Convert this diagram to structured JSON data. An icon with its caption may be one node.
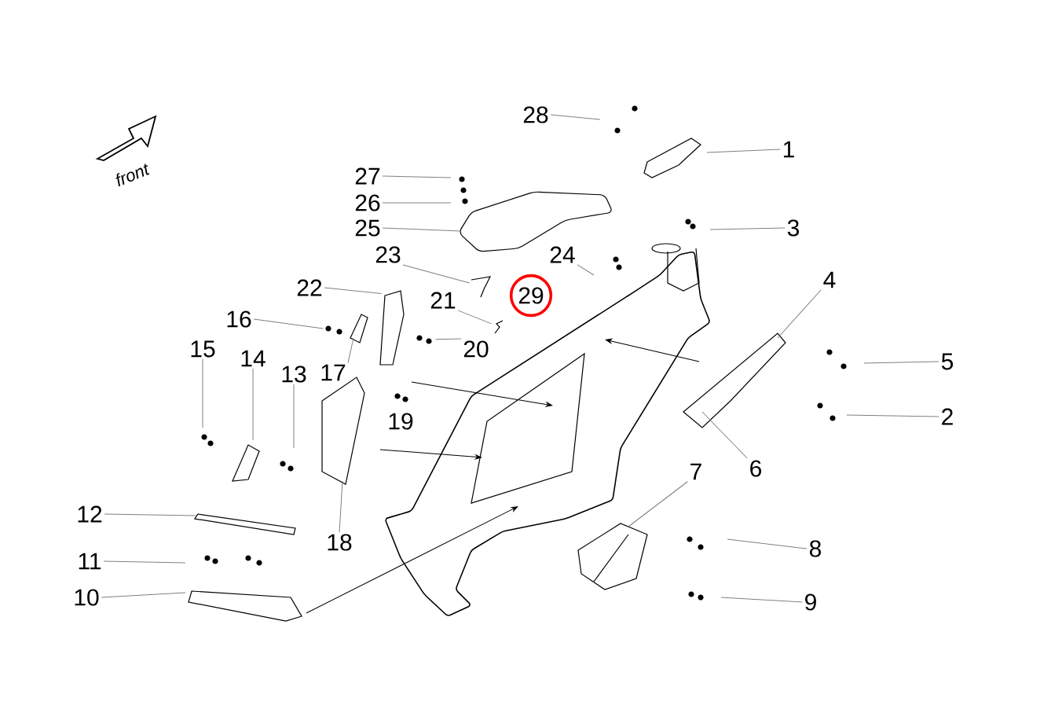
{
  "diagram": {
    "nodes": [
      {
        "text": [
          "1"
        ]
      },
      {
        "text": [
          "2"
        ]
      },
      {
        "text": [
          "3"
        ]
      },
      {
        "text": [
          "4"
        ]
      },
      {
        "text": [
          "5"
        ]
      },
      {
        "text": [
          "6"
        ]
      },
      {
        "text": [
          "7"
        ]
      },
      {
        "text": [
          "8"
        ]
      },
      {
        "text": [
          "9"
        ]
      },
      {
        "text": [
          "10"
        ]
      },
      {
        "text": [
          "11"
        ]
      },
      {
        "text": [
          "12"
        ]
      },
      {
        "text": [
          "13"
        ]
      },
      {
        "text": [
          "14"
        ]
      },
      {
        "text": [
          "15"
        ]
      },
      {
        "text": [
          "16"
        ]
      },
      {
        "text": [
          "17"
        ]
      },
      {
        "text": [
          "18"
        ]
      },
      {
        "text": [
          "19"
        ]
      },
      {
        "text": [
          "20"
        ]
      },
      {
        "text": [
          "21"
        ]
      },
      {
        "text": [
          "22"
        ]
      },
      {
        "text": [
          "23"
        ]
      },
      {
        "text": [
          "24"
        ]
      },
      {
        "text": [
          "25"
        ]
      },
      {
        "text": [
          "26"
        ]
      },
      {
        "text": [
          "27"
        ]
      },
      {
        "text": [
          "28"
        ]
      },
      {
        "text": [
          "29"
        ]
      },
      {
        "text": [],
        "shape": "picture"
      },
      {
        "text": [],
        "shape": "picture"
      },
      {
        "text": [],
        "shape": "picture"
      },
      {
        "text": [],
        "shape": "picture"
      },
      {
        "text": [],
        "shape": "picture"
      }
    ],
    "edges": [
      {
        "from": 0,
        "to": null,
        "arrow": "none"
      },
      {
        "from": 1,
        "to": null,
        "arrow": "none"
      },
      {
        "from": 2,
        "to": null,
        "arrow": "none"
      },
      {
        "from": 3,
        "to": null,
        "arrow": "none"
      },
      {
        "from": 4,
        "to": null,
        "arrow": "none"
      },
      {
        "from": 5,
        "to": null,
        "arrow": "none"
      },
      {
        "from": 6,
        "to": null,
        "arrow": "none"
      },
      {
        "from": 7,
        "to": null,
        "arrow": "none"
      },
      {
        "from": 8,
        "to": null,
        "arrow": "none"
      },
      {
        "from": 9,
        "to": null,
        "arrow": "none"
      },
      {
        "from": 10,
        "to": null,
        "arrow": "none"
      },
      {
        "from": 11,
        "to": null,
        "arrow": "none"
      },
      {
        "from": 12,
        "to": null,
        "arrow": "none"
      },
      {
        "from": 13,
        "to": null,
        "arrow": "none"
      },
      {
        "from": 14,
        "to": null,
        "arrow": "none"
      },
      {
        "from": 15,
        "to": 29,
        "arrow": "none"
      },
      {
        "from": 16,
        "to": null,
        "arrow": "none"
      },
      {
        "from": 17,
        "to": null,
        "arrow": "none"
      },
      {
        "from": 19,
        "to": 30,
        "arrow": "none"
      },
      {
        "from": 20,
        "to": 31,
        "arrow": "none"
      },
      {
        "from": 21,
        "to": 32,
        "arrow": "none"
      },
      {
        "from": 22,
        "to": 33,
        "arrow": "none"
      },
      {
        "from": 23,
        "to": null,
        "arrow": "none"
      },
      {
        "from": 24,
        "to": null,
        "arrow": "none"
      },
      {
        "from": 25,
        "to": null,
        "arrow": "none"
      },
      {
        "from": 26,
        "to": null,
        "arrow": "none"
      },
      {
        "from": 27,
        "to": null,
        "arrow": "none"
      }
    ],
    "labels": [
      "front"
    ]
  }
}
